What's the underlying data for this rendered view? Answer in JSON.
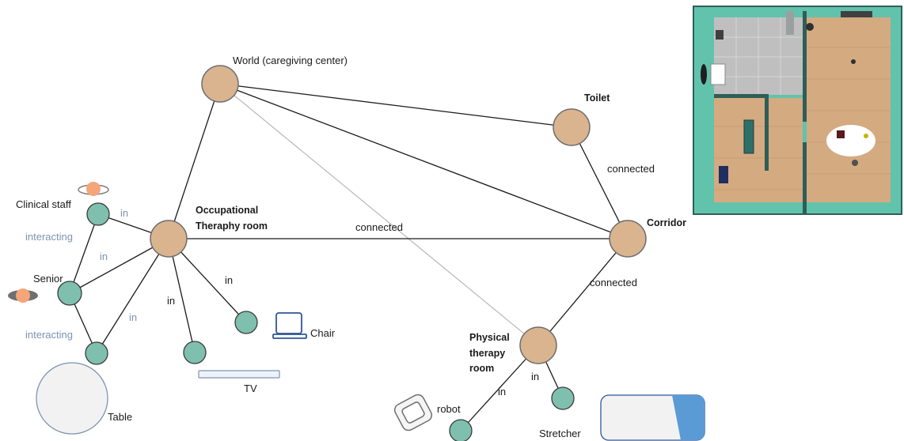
{
  "colors": {
    "room": "#d9b48f",
    "room_stroke": "#6f6f6f",
    "entity": "#7fbfae",
    "entity_stroke": "#3a3a3a",
    "edge": "#1a1a1a",
    "edge_faint": "#bdbdbd",
    "blue_label": "#7d93b2",
    "person": "#f4a57a",
    "icon_blue": "#2f5597",
    "floor": "#d4aa80",
    "tile": "#bfbfbf",
    "wall": "#62c3ac"
  },
  "labels": {
    "world": "World (caregiving center)",
    "toilet": "Toilet",
    "corridor": "Corridor",
    "ot_room_1": "Occupational",
    "ot_room_2": "Theraphy room",
    "pt_room_1": "Physical",
    "pt_room_2": "therapy",
    "pt_room_3": "room",
    "clinical_staff": "Clinical staff",
    "senior": "Senior",
    "chair": "Chair",
    "tv": "TV",
    "table": "Table",
    "robot": "robot",
    "stretcher": "Stretcher"
  },
  "edge_labels": {
    "connected_toilet_corridor": "connected",
    "connected_ot_corridor": "connected",
    "connected_corridor_pt": "connected",
    "in_staff": "in",
    "in_senior": "in",
    "in_table": "in",
    "in_tv": "in",
    "in_chair": "in",
    "in_robot": "in",
    "in_stretcher": "in",
    "interacting_top": "interacting",
    "interacting_bottom": "interacting"
  }
}
